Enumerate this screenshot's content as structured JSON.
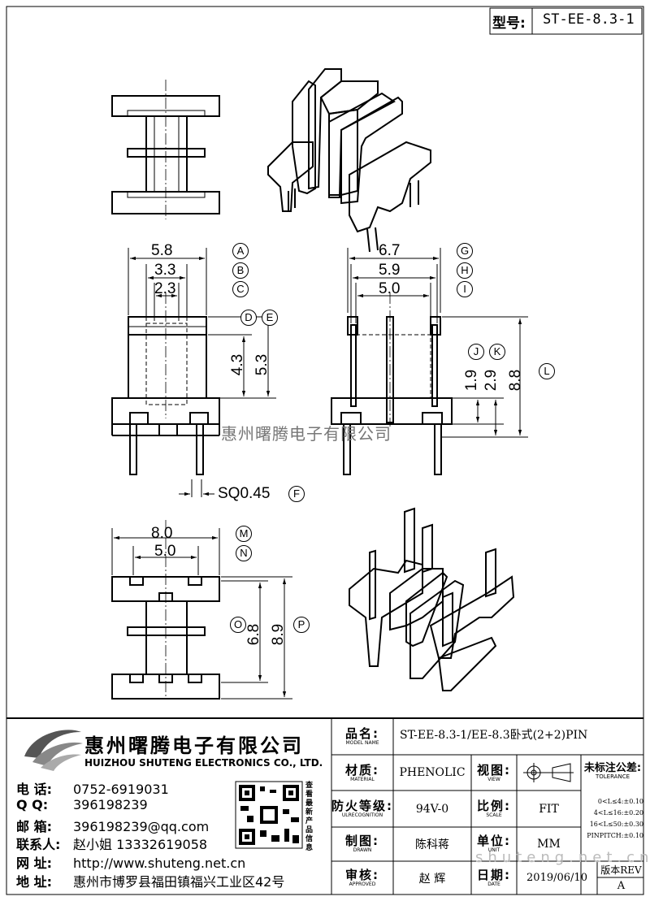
{
  "header": {
    "model_label": "型号:",
    "model_value": "ST-EE-8.3-1"
  },
  "dimensions": {
    "top_view": {
      "a": "5.8",
      "b": "3.3",
      "c": "2.3",
      "h1": "4.3",
      "h2": "5.3",
      "pin": "SQ0.45"
    },
    "side_view": {
      "g": "6.7",
      "h": "5.9",
      "i": "5.0",
      "v1": "1.9",
      "v2": "2.9",
      "v3": "8.8"
    },
    "bottom_view": {
      "m": "8.0",
      "n": "5.0",
      "o": "6.8",
      "p": "8.9"
    },
    "letters": [
      "A",
      "B",
      "C",
      "D",
      "E",
      "F",
      "G",
      "H",
      "I",
      "J",
      "K",
      "L",
      "M",
      "N",
      "O",
      "P"
    ]
  },
  "watermark": "惠州曙腾电子有限公司",
  "watermark2": "shuteng.net.cn",
  "company": {
    "name_cn": "惠州曙腾电子有限公司",
    "name_en": "HUIZHOU SHUTENG ELECTRONICS CO., LTD.",
    "contacts": [
      {
        "key": "电    话:",
        "value": "0752-6919031"
      },
      {
        "key": "Q      Q:",
        "value": "396198239"
      },
      {
        "key": "邮    箱:",
        "value": "396198239@qq.com"
      },
      {
        "key": "联系人:",
        "value": "赵小姐 13332619058"
      },
      {
        "key": "网    址:",
        "value": "http://www.shuteng.net.cn"
      },
      {
        "key": "地    址:",
        "value": "惠州市博罗县福田镇福兴工业区42号"
      }
    ],
    "qr_caption": "查看最新产品信息"
  },
  "title_block": {
    "model_name_label": "品名:",
    "model_name_en": "MODEL NAME",
    "model_name_value": "ST-EE-8.3-1/EE-8.3卧式(2+2)PIN",
    "material_label": "材质:",
    "material_en": "MATERIAL",
    "material_value": "PHENOLIC",
    "view_label": "视图:",
    "view_en": "VIEW",
    "fire_label": "防火等级:",
    "fire_en": "ULRECOGNITION",
    "fire_value": "94V-0",
    "scale_label": "比例:",
    "scale_en": "SCALE",
    "scale_value": "FIT",
    "drawn_label": "制图:",
    "drawn_en": "DRAWN",
    "drawn_value": "陈科蒋",
    "unit_label": "单位:",
    "unit_en": "UNIT",
    "unit_value": "MM",
    "approved_label": "审核:",
    "approved_en": "APPROVED",
    "approved_value": "赵 辉",
    "date_label": "日期:",
    "date_en": "DATE",
    "date_value": "2019/06/10",
    "tolerance_title": "未标注公差:",
    "tolerance_en": "TOLERANCE",
    "tolerances": [
      "0<L≤4:±0.10",
      "4<L≤16:±0.20",
      "16<L≤50:±0.30",
      "PINPITCH:±0.10"
    ],
    "rev_label": "版本REV",
    "rev_value": "A"
  }
}
